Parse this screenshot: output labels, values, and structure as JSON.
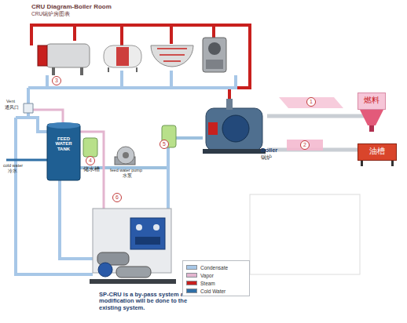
{
  "diagram": {
    "title": "CRU Diagram-Boiler Room",
    "nodes": [
      {
        "text": [
          "FEED WATER TANK",
          "储水槽"
        ]
      },
      {
        "text": [
          "Boiler",
          "锅炉"
        ]
      },
      {
        "text": [
          "燃料"
        ]
      },
      {
        "text": [
          "油槽"
        ]
      }
    ],
    "edges": [
      {
        "from": 0,
        "to": 1,
        "arrow": "none"
      },
      {
        "from": 1,
        "to": 2,
        "arrow": "none"
      },
      {
        "from": 1,
        "to": 3,
        "arrow": "none"
      }
    ],
    "labels": [
      "CRU锅炉房图表",
      "Vent",
      "通风口",
      "cold water",
      "冷水",
      "feed water pump",
      "水泵",
      "1",
      "2",
      "3",
      "4",
      "5",
      "6",
      "SP-CRU is a by-pass system and no modification will be done to the existing system."
    ],
    "legend": [
      {
        "text": "Condensate",
        "color": "#a7c7e7"
      },
      {
        "text": "Vapor",
        "color": "#e3b5cf"
      },
      {
        "text": "Steam",
        "color": "#c8201e"
      },
      {
        "text": "Cold Water",
        "color": "#2f6fa6"
      }
    ]
  }
}
